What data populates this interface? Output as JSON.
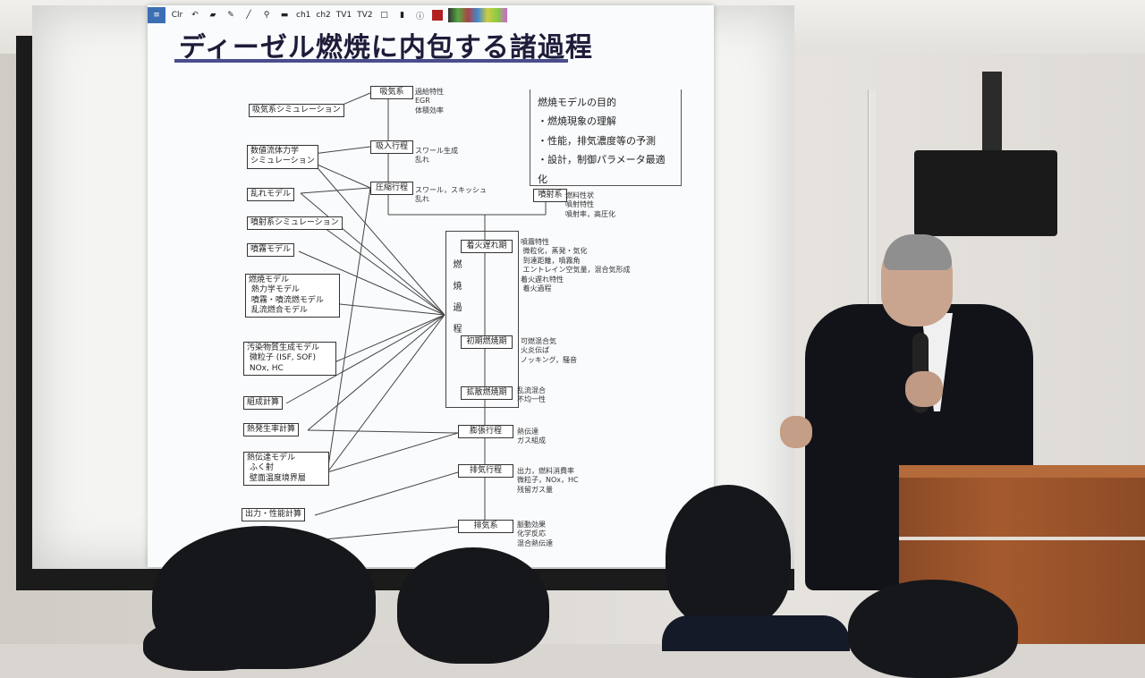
{
  "toolbar": {
    "items": [
      "Clr",
      "ch1",
      "ch2",
      "TV1",
      "TV2"
    ]
  },
  "slide": {
    "title": "ディーゼル燃焼に内包する諸過程",
    "purpose": {
      "heading": "燃焼モデルの目的",
      "items": [
        "・燃焼現象の理解",
        "・性能，排気濃度等の予測",
        "・設計，制御パラメータ最適化"
      ]
    },
    "left_models": [
      "吸気系シミュレーション",
      "数値流体力学\nシミュレーション",
      "乱れモデル",
      "噴射系シミュレーション",
      "噴霧モデル",
      "燃焼モデル\n 熱力学モデル\n 噴霧・噴流燃モデル\n 乱流燃合モデル",
      "汚染物質生成モデル\n 微粒子 (ISF, SOF)\n NOx, HC",
      "組成計算",
      "熱発生率計算",
      "熱伝達モデル\n ふく射\n 壁面温度境界層",
      "出力・性能計算"
    ],
    "center_nodes": [
      "吸気系",
      "吸入行程",
      "圧縮行程",
      "着火遅れ期",
      "初期燃焼期",
      "拡散燃焼期",
      "膨張行程",
      "排気行程",
      "排気系",
      "噴射系"
    ],
    "notes": {
      "intake": "過給特性\nEGR\n体積効率",
      "suction": "スワール生成\n乱れ",
      "compression": "スワール，スキッシュ\n乱れ",
      "injection": "燃料性状\n噴射特性\n噴射率，高圧化",
      "ignition": "噴霧特性\n 微粒化，蒸発・気化\n 到達距離，噴霧角\n エントレイン空気量，混合気形成\n着火遅れ特性\n 着火過程",
      "initial": "可燃混合気\n火炎伝ぱ\nノッキング，騒音",
      "diffusion": "乱流混合\n不均一性",
      "expansion": "熱伝達\nガス組成",
      "exhaust_stroke": "出力，燃料消費率\n微粒子，NOx，HC\n残留ガス量",
      "exhaust_system": "脈動効果\n化学反応\n混合熱伝達"
    },
    "combustion_label": "燃焼過程"
  }
}
